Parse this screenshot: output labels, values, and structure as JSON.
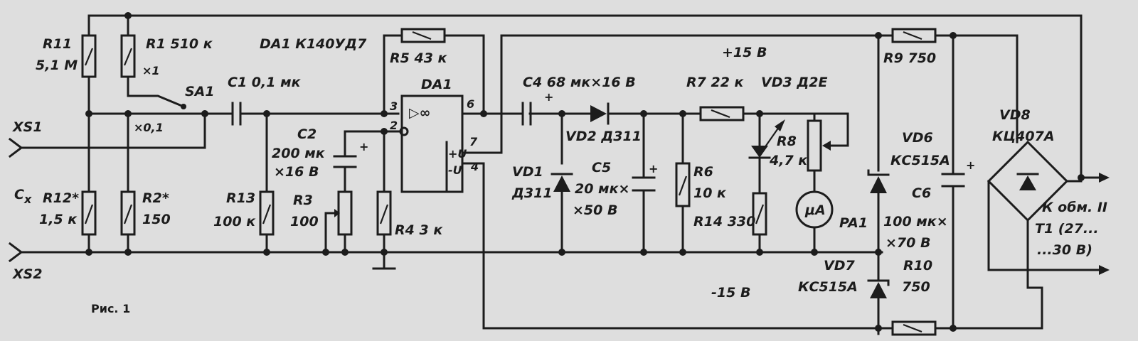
{
  "figure": {
    "caption": "Рис. 1",
    "rail_plus": "+15 В",
    "rail_minus": "-15 В"
  },
  "connectors": {
    "xs1": "XS1",
    "xs2": "XS2",
    "cz": "C",
    "cz_sub": "x"
  },
  "resistors": {
    "r11": {
      "ref": "R11",
      "val": "5,1 М"
    },
    "r1": {
      "ref": "R1",
      "val": "510 к",
      "mark": "×1"
    },
    "r12": {
      "ref": "R12*",
      "val": "1,5 к"
    },
    "r2": {
      "ref": "R2*",
      "val": "150"
    },
    "r13": {
      "ref": "R13",
      "val": "100 к"
    },
    "r3": {
      "ref": "R3",
      "val": "100"
    },
    "r4": {
      "ref": "R4",
      "val": "3 к"
    },
    "r5": {
      "ref": "R5",
      "val": "43 к"
    },
    "r6": {
      "ref": "R6",
      "val": "10 к"
    },
    "r7": {
      "ref": "R7",
      "val": "22 к"
    },
    "r8": {
      "ref": "R8",
      "val": "4,7 к"
    },
    "r14": {
      "ref": "R14",
      "val": "330"
    },
    "r9": {
      "ref": "R9",
      "val": "750"
    },
    "r10": {
      "ref": "R10",
      "val": "750"
    }
  },
  "switch": {
    "ref": "SA1",
    "mark": "×0,1"
  },
  "capacitors": {
    "c1": {
      "ref": "C1",
      "val": "0,1 мк"
    },
    "c2": {
      "ref": "C2",
      "val": "200 мк",
      "val2": "×16 В"
    },
    "c4": {
      "ref": "C4",
      "val": "68 мк×16 В"
    },
    "c5": {
      "ref": "C5",
      "val": "20 мк×",
      "val2": "×50 В"
    },
    "c6": {
      "ref": "C6",
      "val": "100 мк×",
      "val2": "×70 В"
    }
  },
  "opamp": {
    "ref": "DA1",
    "part": "DA1 К140УД7",
    "sym": "▷∞",
    "pin3": "3",
    "pin2": "2",
    "pin6": "6",
    "pin7": "7",
    "pin4": "4",
    "vpos": "+U",
    "vneg": "-U"
  },
  "diodes": {
    "vd1": {
      "ref": "VD1",
      "val": "Д311"
    },
    "vd2": {
      "ref": "VD2",
      "val": "Д311"
    },
    "vd3": {
      "ref": "VD3",
      "val": "Д2Е"
    },
    "vd6": {
      "ref": "VD6",
      "val": "КС515А"
    },
    "vd7": {
      "ref": "VD7",
      "val": "КС515А"
    },
    "vd8": {
      "ref": "VD8",
      "val": "КЦ407А"
    }
  },
  "meter": {
    "ref": "PA1",
    "sym": "μA"
  },
  "transformer": {
    "line1": "К обм. II",
    "line2": "T1 (27...",
    "line3": "...30 В)"
  }
}
